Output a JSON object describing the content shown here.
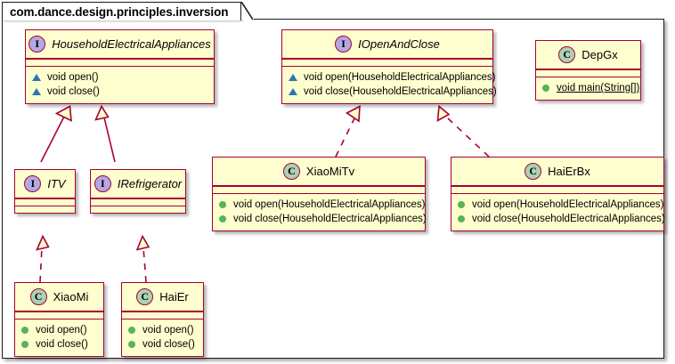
{
  "diagram": {
    "type": "uml-class-diagram",
    "package_name": "com.dance.design.principles.inversion",
    "colors": {
      "box_fill": "#FEFECE",
      "box_border": "#A80036",
      "interface_icon": "#B4A7E5",
      "class_icon": "#ADD1B2",
      "abstract_method_marker": "#2E74B5",
      "public_method_marker": "#59B359",
      "frame_border": "#1B1B1B",
      "background": "#FFFFFF"
    },
    "icons": {
      "interface": "I",
      "class": "C"
    }
  },
  "nodes": [
    {
      "id": "HouseholdElectricalAppliances",
      "stereotype": "interface",
      "icon": "interface-icon",
      "name": "HouseholdElectricalAppliances",
      "italic": true,
      "members": [
        {
          "marker": "abstract-method-icon",
          "text": "void open()",
          "static": false
        },
        {
          "marker": "abstract-method-icon",
          "text": "void close()",
          "static": false
        }
      ]
    },
    {
      "id": "IOpenAndClose",
      "stereotype": "interface",
      "icon": "interface-icon",
      "name": "IOpenAndClose",
      "italic": true,
      "members": [
        {
          "marker": "abstract-method-icon",
          "text": "void open(HouseholdElectricalAppliances)",
          "static": false
        },
        {
          "marker": "abstract-method-icon",
          "text": "void close(HouseholdElectricalAppliances)",
          "static": false
        }
      ]
    },
    {
      "id": "DepGx",
      "stereotype": "class",
      "icon": "class-icon",
      "name": "DepGx",
      "italic": false,
      "members": [
        {
          "marker": "public-method-icon",
          "text": "void main(String[])",
          "static": true
        }
      ]
    },
    {
      "id": "ITV",
      "stereotype": "interface",
      "icon": "interface-icon",
      "name": "ITV",
      "italic": true,
      "members": []
    },
    {
      "id": "IRefrigerator",
      "stereotype": "interface",
      "icon": "interface-icon",
      "name": "IRefrigerator",
      "italic": true,
      "members": []
    },
    {
      "id": "XiaoMiTv",
      "stereotype": "class",
      "icon": "class-icon",
      "name": "XiaoMiTv",
      "italic": false,
      "members": [
        {
          "marker": "public-method-icon",
          "text": "void open(HouseholdElectricalAppliances)",
          "static": false
        },
        {
          "marker": "public-method-icon",
          "text": "void close(HouseholdElectricalAppliances)",
          "static": false
        }
      ]
    },
    {
      "id": "HaiErBx",
      "stereotype": "class",
      "icon": "class-icon",
      "name": "HaiErBx",
      "italic": false,
      "members": [
        {
          "marker": "public-method-icon",
          "text": "void open(HouseholdElectricalAppliances)",
          "static": false
        },
        {
          "marker": "public-method-icon",
          "text": "void close(HouseholdElectricalAppliances)",
          "static": false
        }
      ]
    },
    {
      "id": "XiaoMi",
      "stereotype": "class",
      "icon": "class-icon",
      "name": "XiaoMi",
      "italic": false,
      "members": [
        {
          "marker": "public-method-icon",
          "text": "void open()",
          "static": false
        },
        {
          "marker": "public-method-icon",
          "text": "void close()",
          "static": false
        }
      ]
    },
    {
      "id": "HaiEr",
      "stereotype": "class",
      "icon": "class-icon",
      "name": "HaiEr",
      "italic": false,
      "members": [
        {
          "marker": "public-method-icon",
          "text": "void open()",
          "static": false
        },
        {
          "marker": "public-method-icon",
          "text": "void close()",
          "static": false
        }
      ]
    }
  ],
  "edges": [
    {
      "from": "ITV",
      "to": "HouseholdElectricalAppliances",
      "kind": "generalization",
      "line": "solid",
      "arrow": "hollow-triangle"
    },
    {
      "from": "IRefrigerator",
      "to": "HouseholdElectricalAppliances",
      "kind": "generalization",
      "line": "solid",
      "arrow": "hollow-triangle"
    },
    {
      "from": "XiaoMi",
      "to": "ITV",
      "kind": "realization",
      "line": "dashed",
      "arrow": "hollow-triangle"
    },
    {
      "from": "HaiEr",
      "to": "IRefrigerator",
      "kind": "realization",
      "line": "dashed",
      "arrow": "hollow-triangle"
    },
    {
      "from": "XiaoMiTv",
      "to": "IOpenAndClose",
      "kind": "realization",
      "line": "dashed",
      "arrow": "hollow-triangle"
    },
    {
      "from": "HaiErBx",
      "to": "IOpenAndClose",
      "kind": "realization",
      "line": "dashed",
      "arrow": "hollow-triangle"
    }
  ]
}
